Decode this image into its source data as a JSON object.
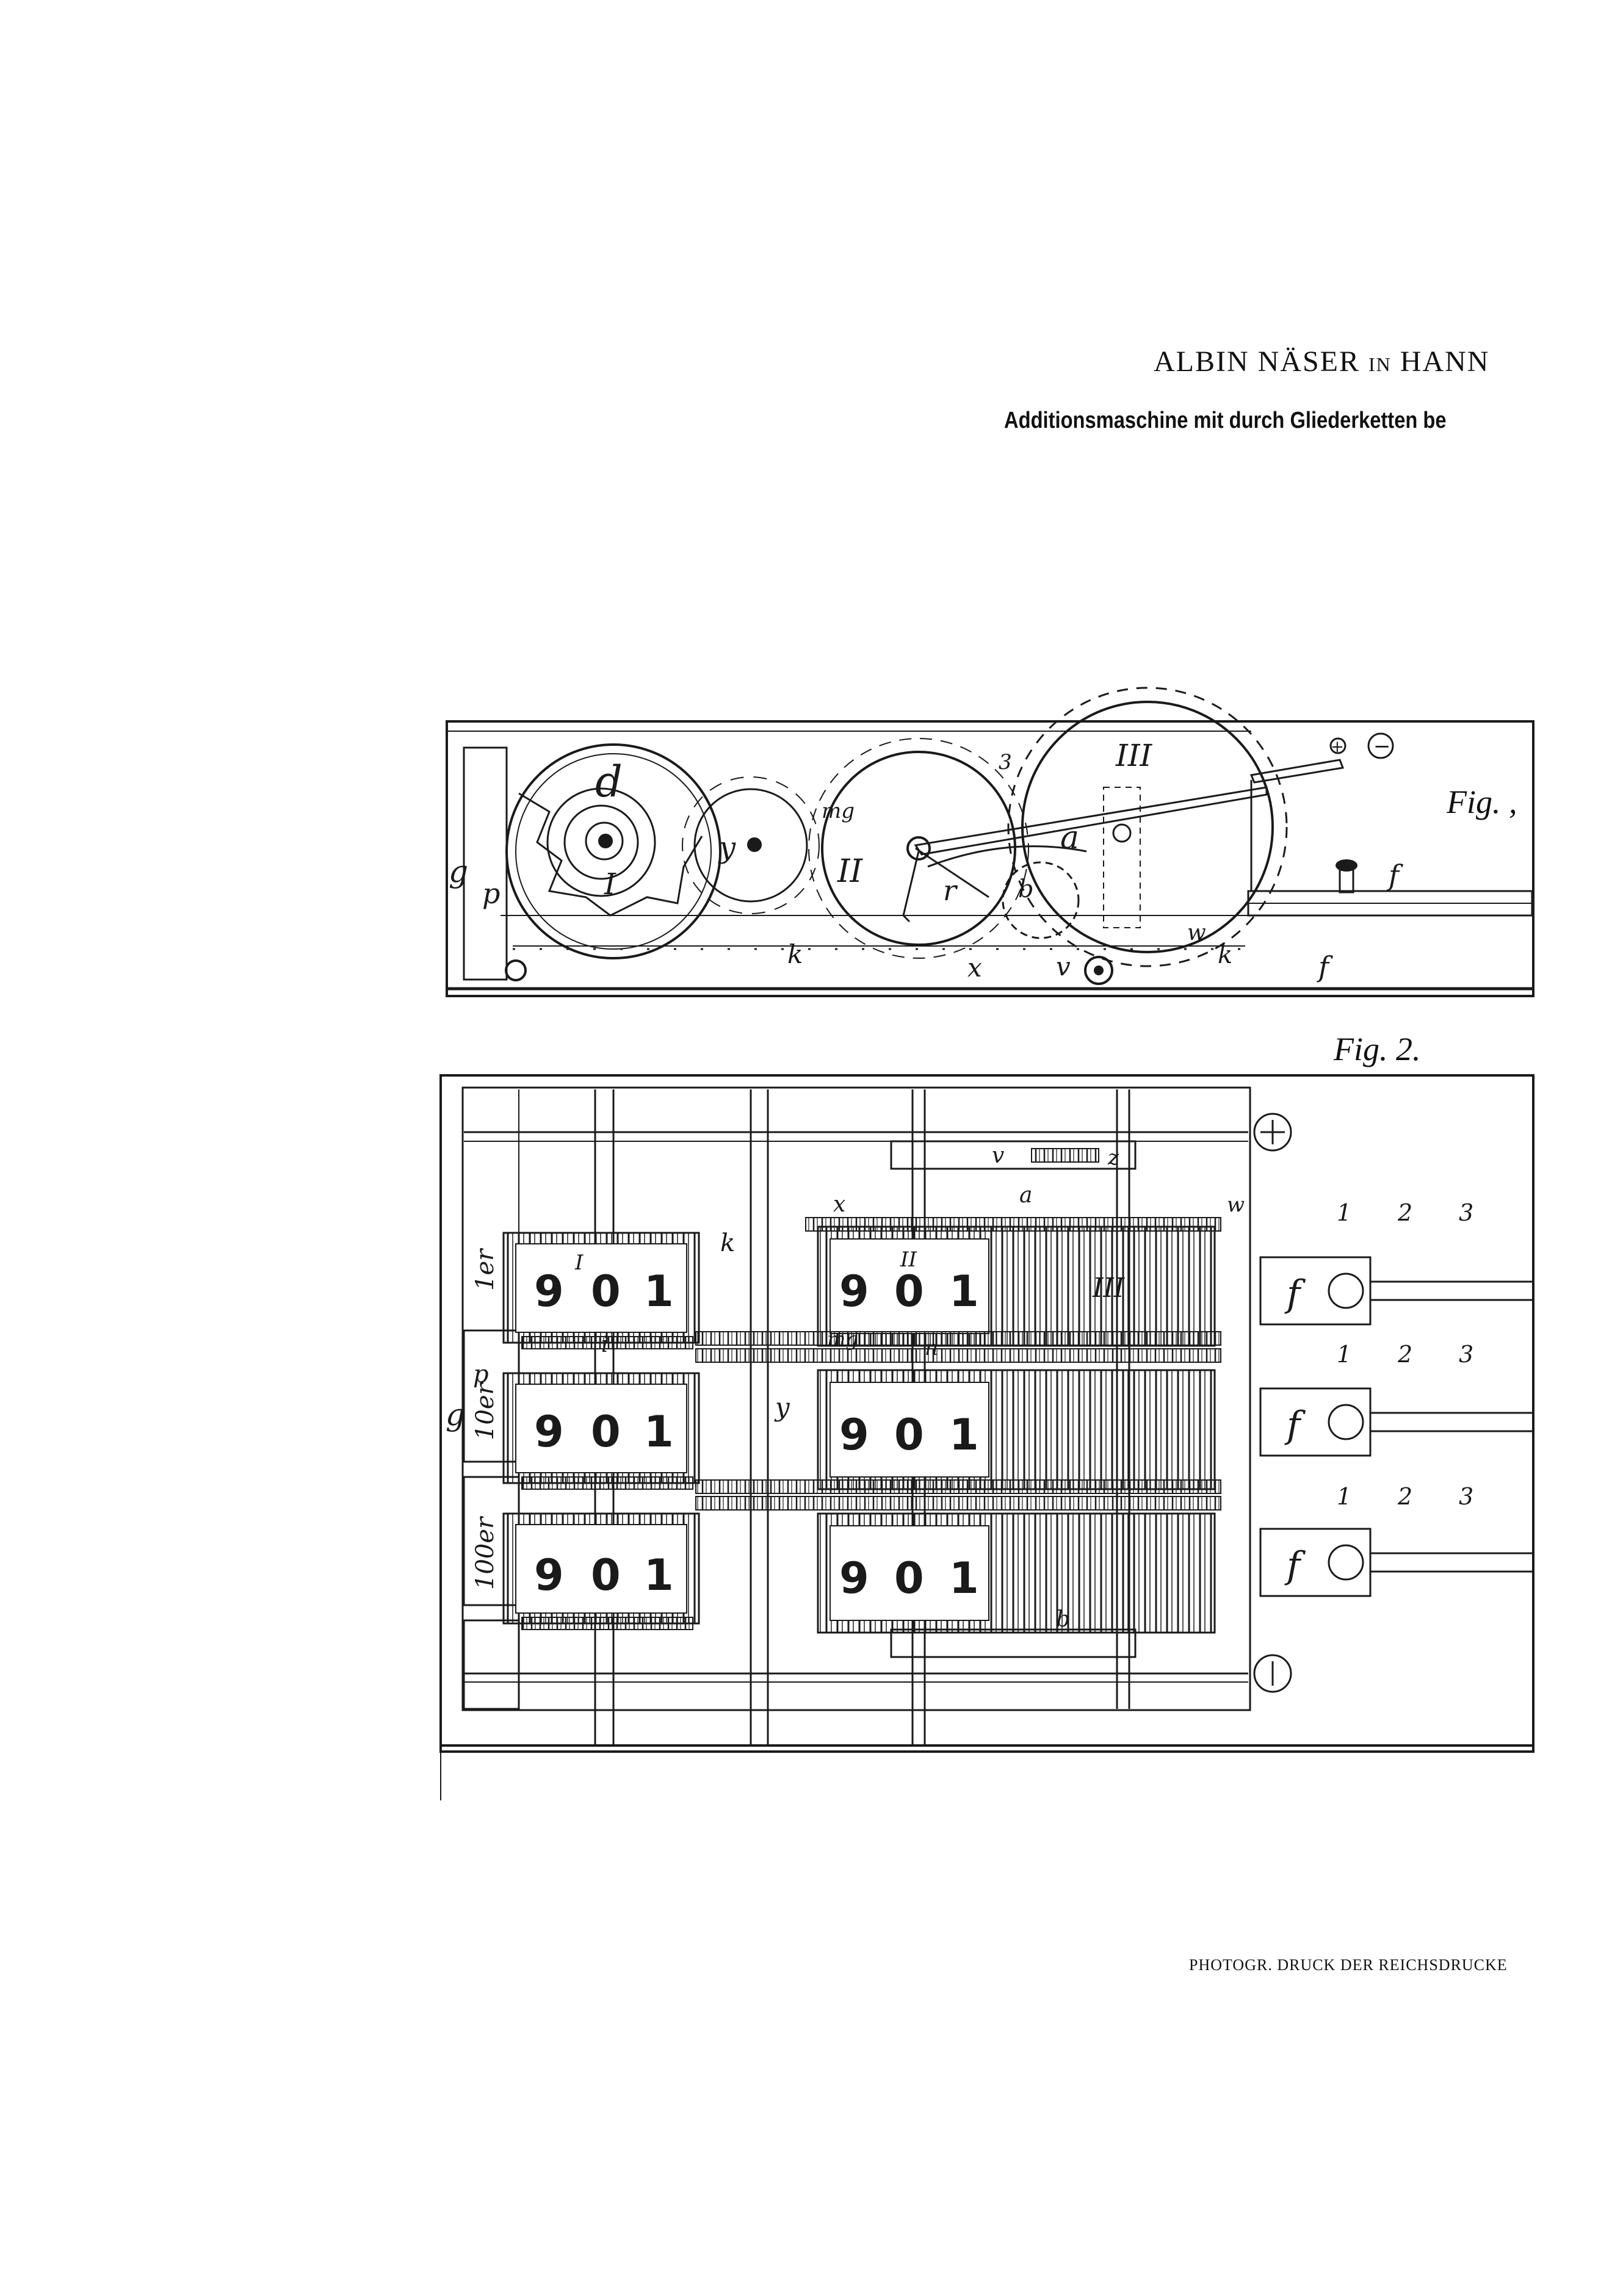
{
  "header": {
    "name_main": "ALBIN NÄSER",
    "name_in": "IN",
    "name_city": "HANN",
    "subtitle": "Additionsmaschine mit durch Gliederketten be"
  },
  "figures": {
    "fig1_label": "Fig. ,",
    "fig2_label": "Fig. 2."
  },
  "footer": {
    "printer": "PHOTOGR. DRUCK DER REICHSDRUCKE"
  },
  "fig1_labels": {
    "wheel_1": "I",
    "wheel_2": "II",
    "wheel_3": "III",
    "d": "d",
    "y": "y",
    "a": "a",
    "r": "r",
    "b": "b",
    "k1": "k",
    "k2": "k",
    "x": "x",
    "v": "v",
    "w": "w",
    "f1": "f",
    "f2": "f",
    "g": "g",
    "p": "p",
    "mg": "mg",
    "three": "3",
    "plus": "+",
    "minus": "−"
  },
  "fig2_rows": [
    {
      "unit": "1er",
      "counter_1": [
        "9",
        "0",
        "1"
      ],
      "counter_2": [
        "9",
        "0",
        "1"
      ],
      "key": "f",
      "scale": [
        "1",
        "2",
        "3"
      ]
    },
    {
      "unit": "10er",
      "counter_1": [
        "9",
        "0",
        "1"
      ],
      "counter_2": [
        "9",
        "0",
        "1"
      ],
      "key": "f",
      "scale": [
        "1",
        "2",
        "3"
      ]
    },
    {
      "unit": "100er",
      "counter_1": [
        "9",
        "0",
        "1"
      ],
      "counter_2": [
        "9",
        "0",
        "1"
      ],
      "key": "f",
      "scale": [
        "1",
        "2",
        "3"
      ]
    }
  ],
  "fig2_labels": {
    "wheel_1": "I",
    "wheel_2": "II",
    "wheel_3": "III",
    "plus": "+",
    "minus": "−",
    "g": "g",
    "p": "p",
    "i": "i",
    "k": "k",
    "y": "y",
    "x": "x",
    "w": "w",
    "mg": "mg",
    "a": "a",
    "b": "b",
    "v": "v",
    "z": "z",
    "n": "n"
  }
}
